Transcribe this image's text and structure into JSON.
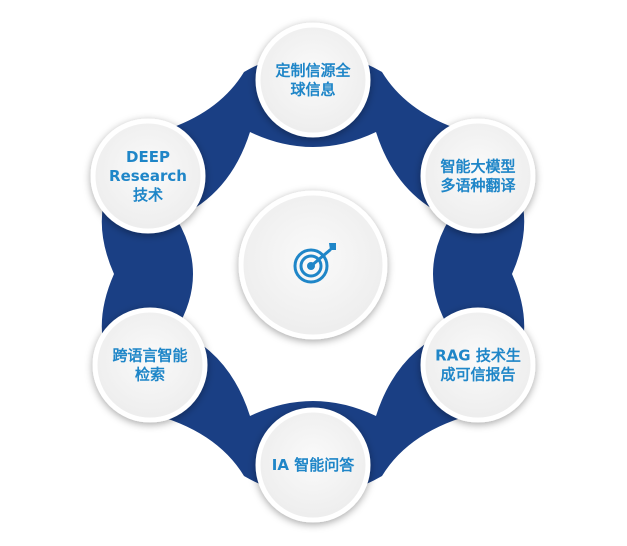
{
  "diagram": {
    "center_icon": "target-arrow-icon",
    "colors": {
      "ring": "#1a3f84",
      "accent": "#1f86c8",
      "circle_fill": "#f4f4f4",
      "circle_border": "#ffffff"
    },
    "nodes": [
      {
        "id": "top",
        "lines": [
          "定制信源全",
          "球信息"
        ]
      },
      {
        "id": "upper-right",
        "lines": [
          "智能大模型",
          "多语种翻译"
        ]
      },
      {
        "id": "lower-right",
        "lines": [
          "RAG 技术生",
          "成可信报告"
        ]
      },
      {
        "id": "bottom",
        "lines": [
          "IA 智能问答"
        ]
      },
      {
        "id": "lower-left",
        "lines": [
          "跨语言智能",
          "检索"
        ]
      },
      {
        "id": "upper-left",
        "lines": [
          "DEEP",
          "Research",
          "技术"
        ]
      }
    ]
  }
}
